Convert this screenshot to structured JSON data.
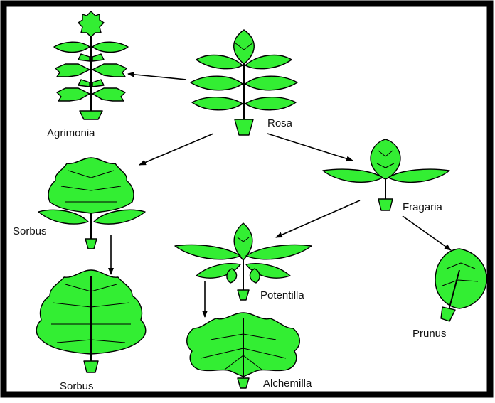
{
  "colors": {
    "leaf_fill": "#33ee33",
    "leaf_stroke": "#000000",
    "frame": "#000000",
    "background": "#ffffff"
  },
  "labels": {
    "agrimonia": "Agrimonia",
    "rosa": "Rosa",
    "sorbus_top": "Sorbus",
    "fragaria": "Fragaria",
    "potentilla": "Potentilla",
    "prunus": "Prunus",
    "sorbus_bottom": "Sorbus",
    "alchemilla": "Alchemilla"
  }
}
